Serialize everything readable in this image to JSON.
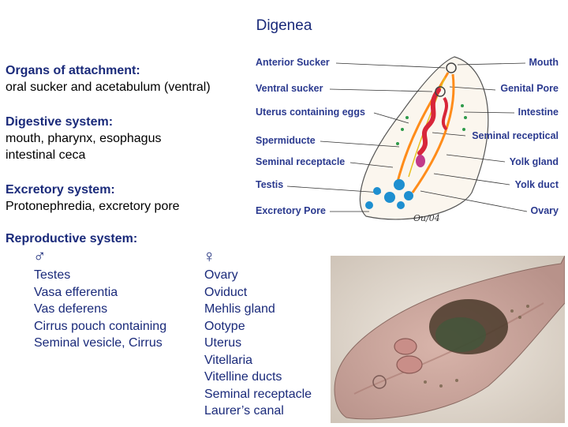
{
  "title": "Digenea",
  "attachment": {
    "heading": "Organs of attachment:",
    "lines": [
      "oral sucker and acetabulum (ventral)"
    ]
  },
  "digestive": {
    "heading": "Digestive system:",
    "lines": [
      "mouth, pharynx, esophagus",
      "intestinal ceca"
    ]
  },
  "excretory": {
    "heading": "Excretory system:",
    "lines": [
      "Protonephredia, excretory pore"
    ]
  },
  "reproductive": {
    "heading": "Reproductive system:",
    "male_symbol": "♂",
    "female_symbol": "♀",
    "male": [
      "Testes",
      "Vasa efferentia",
      "Vas deferens",
      "Cirrus pouch containing",
      "Seminal vesicle, Cirrus"
    ],
    "female": [
      "Ovary",
      "Oviduct",
      "Mehlis gland",
      "Ootype",
      "Uterus",
      "Vitellaria",
      "Vitelline ducts",
      "Seminal receptacle",
      "Laurer’s canal"
    ]
  },
  "diagram": {
    "left_labels": [
      "Anterior Sucker",
      "Ventral sucker",
      "Uterus containing eggs",
      "Spermiducte",
      "Seminal receptacle",
      "Testis",
      "Excretory Pore"
    ],
    "right_labels": [
      "Mouth",
      "Genital Pore",
      "Intestine",
      "Seminal receptical",
      "Yolk gland",
      "Yolk duct",
      "Ovary"
    ],
    "signature": "Ou/04",
    "colors": {
      "label": "#2b3a8f",
      "uterus": "#d8263a",
      "intestine": "#ff8c1a",
      "testis": "#1e8fd0",
      "yolk": "#2e9a4a",
      "nerve": "#e8c020"
    }
  },
  "photo": {
    "colors": {
      "background": "#e8e2d8",
      "body": "#c9a49a",
      "dark": "#4a3a2a"
    }
  }
}
